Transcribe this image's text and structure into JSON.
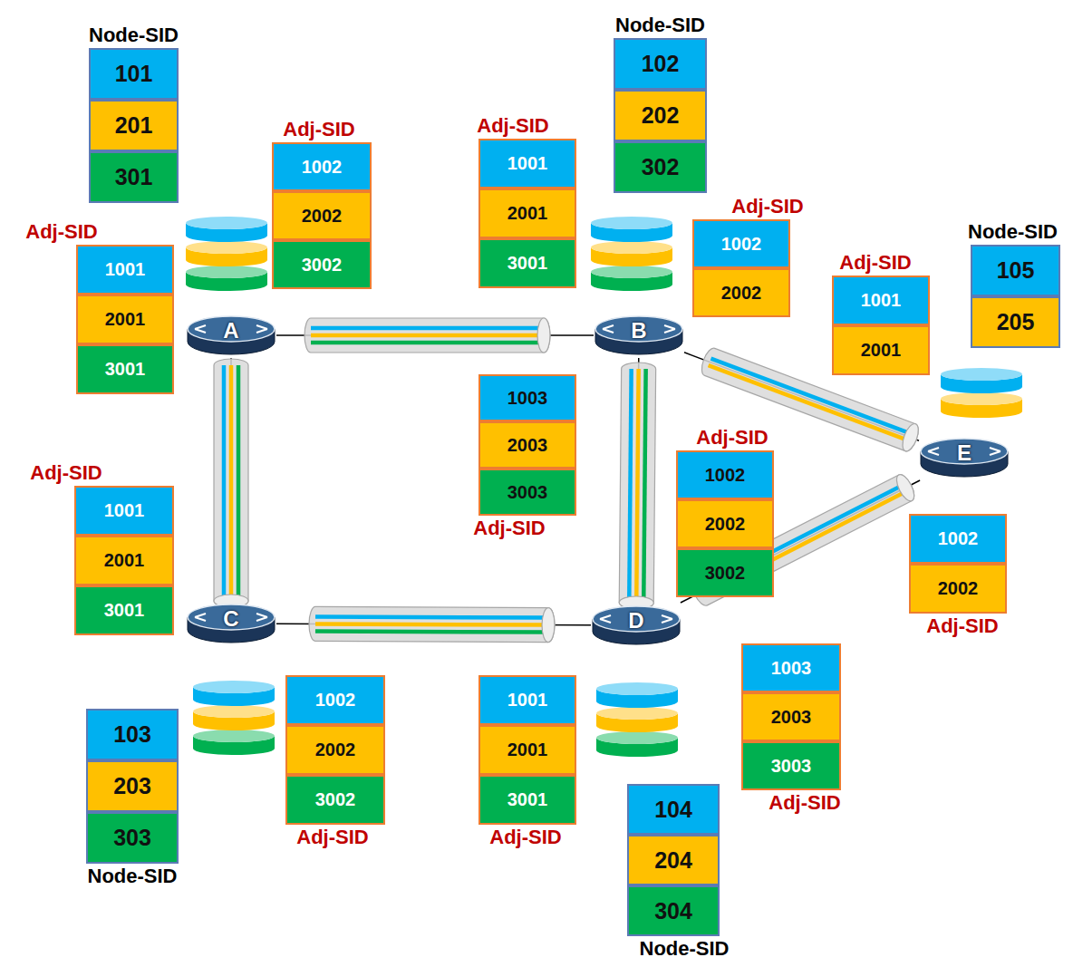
{
  "diagram": {
    "nodes": [
      {
        "text": [
          "Node-SID",
          "101",
          "201",
          "301"
        ]
      },
      {
        "text": [
          "Adj-SID",
          "1002",
          "2002",
          "3002"
        ]
      },
      {
        "text": [
          "Adj-SID",
          "1001",
          "2001",
          "3001"
        ]
      },
      {
        "text": [
          "Adj-SID",
          "1001",
          "2001",
          "3001"
        ]
      },
      {
        "text": [
          "Node-SID",
          "102",
          "202",
          "302"
        ]
      },
      {
        "text": [
          "Adj-SID",
          "1002",
          "2002"
        ]
      },
      {
        "text": [
          "Adj-SID",
          "1001",
          "2001"
        ]
      },
      {
        "text": [
          "Node-SID",
          "105",
          "205"
        ]
      },
      {
        "text": [
          "Adj-SID",
          "1003",
          "2003",
          "3003"
        ]
      },
      {
        "text": [
          "Adj-SID",
          "1002",
          "2002",
          "3002"
        ]
      },
      {
        "text": [
          "Adj-SID",
          "1002",
          "2002"
        ]
      },
      {
        "text": [
          "Adj-SID",
          "1001",
          "2001",
          "3001"
        ]
      },
      {
        "text": [
          "Node-SID",
          "103",
          "203",
          "303"
        ]
      },
      {
        "text": [
          "Adj-SID",
          "1002",
          "2002",
          "3002"
        ]
      },
      {
        "text": [
          "Adj-SID",
          "1001",
          "2001",
          "3001"
        ]
      },
      {
        "text": [
          "Adj-SID",
          "1003",
          "2003",
          "3003"
        ]
      },
      {
        "text": [
          "Node-SID",
          "104",
          "204",
          "304"
        ]
      },
      {
        "text": [
          "A"
        ]
      },
      {
        "text": [
          "B"
        ]
      },
      {
        "text": [
          "C"
        ]
      },
      {
        "text": [
          "D"
        ]
      },
      {
        "text": [
          "E"
        ]
      }
    ],
    "edges": [
      {
        "from": 17,
        "to": 18,
        "arrow": "none"
      },
      {
        "from": 17,
        "to": 19,
        "arrow": "none"
      },
      {
        "from": 18,
        "to": 20,
        "arrow": "none"
      },
      {
        "from": 18,
        "to": 21,
        "arrow": "none"
      },
      {
        "from": 19,
        "to": 20,
        "arrow": "none"
      },
      {
        "from": 20,
        "to": 21,
        "arrow": "none"
      }
    ]
  }
}
